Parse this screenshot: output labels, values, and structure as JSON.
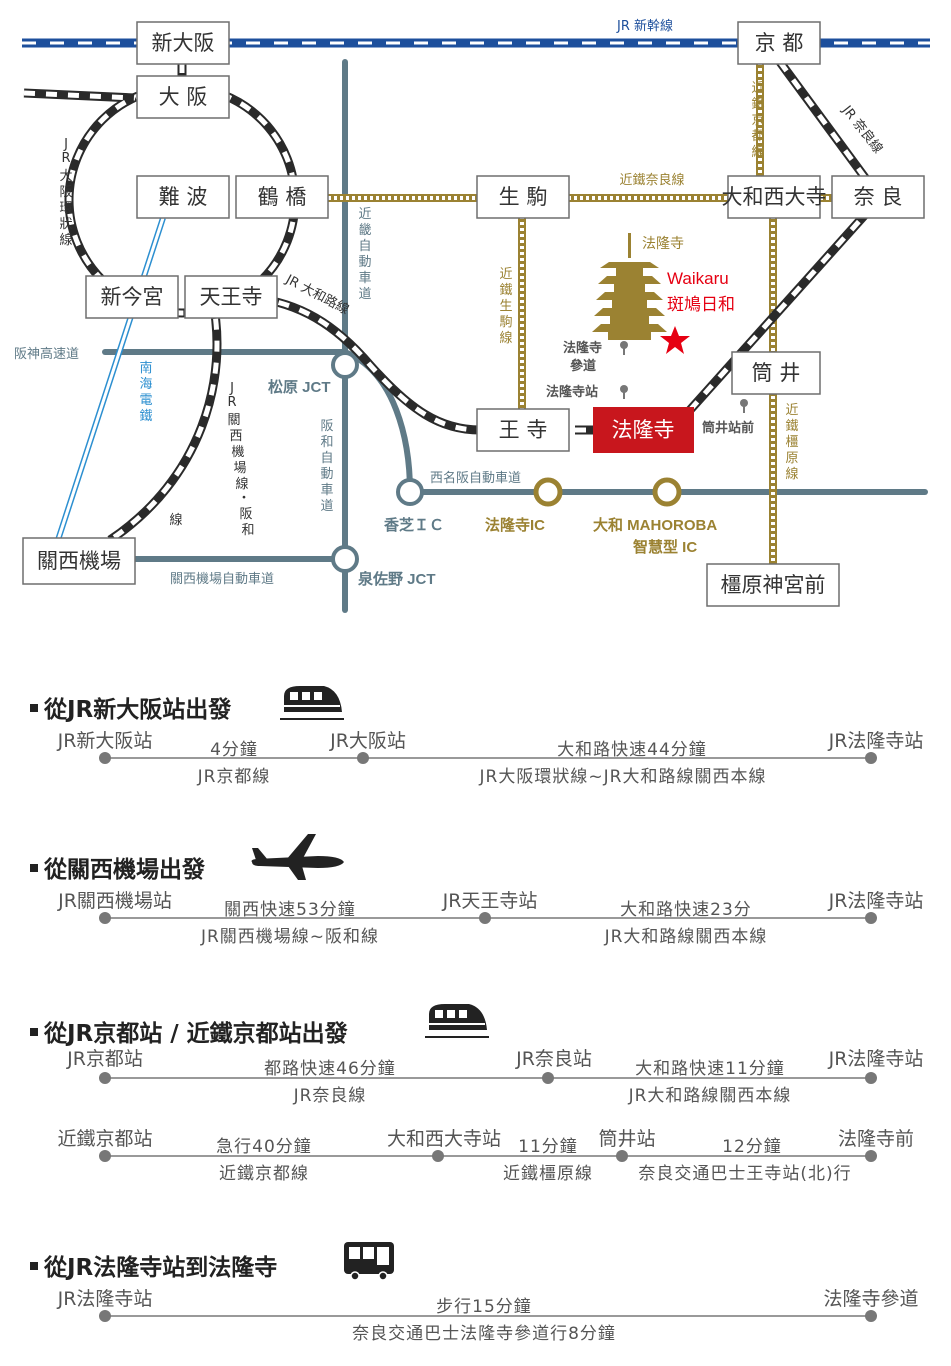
{
  "map": {
    "rail_labels": {
      "shinkansen": "JR 新幹線",
      "kintetsu_nara": "近鐵奈良線",
      "jr_nara": "JR 奈良線",
      "osaka_loop": "JR 大阪環狀線",
      "yamatoji": "JR 大和路線",
      "kansai_airport_line": "JR關西機場線・阪和線",
      "nankai": "南海電鐵",
      "kintetsu_kyoto": "近鐵京都線",
      "kintetsu_ikoma": "近鐵生駒線",
      "kintetsu_kashihara": "近鐵橿原線"
    },
    "road_labels": {
      "hanshin": "阪神高速道",
      "kinki": "近畿自動車道",
      "hanwa": "阪和自動車道",
      "nishimeihan": "西名阪自動車道",
      "kansai_airport_exp": "關西機場自動車道"
    },
    "stations": {
      "shin_osaka": "新大阪",
      "osaka": "大 阪",
      "kyoto": "京 都",
      "namba": "難 波",
      "tsuruhashi": "鶴 橋",
      "ikoma": "生 駒",
      "yamato_saidaiji": "大和西大寺",
      "nara": "奈 良",
      "shin_imamiya": "新今宮",
      "tennoji": "天王寺",
      "oji": "王 寺",
      "horyuji": "法隆寺",
      "tsutsui": "筒 井",
      "kansai_airport": "關西機場",
      "kashihara_jingumae": "橿原神宮前"
    },
    "ic_labels": {
      "matsubara": "松原 JCT",
      "kashiba": "香芝ＩＣ",
      "horyuji_ic": "法隆寺IC",
      "mahoroba_1": "大和 MAHOROBA",
      "mahoroba_2": "智慧型 IC",
      "izumisano": "泉佐野 JCT"
    },
    "poi": {
      "temple": "法隆寺",
      "hotel_1": "Waikaru",
      "hotel_2": "斑鳩日和",
      "sando_1": "法隆寺",
      "sando_2": "參道",
      "horyuji_stop": "法隆寺站",
      "tsutsui_stop": "筒井站前"
    },
    "colors": {
      "shinkansen": "#1d4f9c",
      "jr": "#2a2a2a",
      "kintetsu": "#9b8232",
      "road": "#5f7a87",
      "nankai": "#2c8fd0",
      "horyuji_box": "#c8161d",
      "star": "#e60012",
      "pagoda": "#9b8232"
    }
  },
  "routes": [
    {
      "title": "從JR新大阪站出發",
      "icon": "train-icon",
      "lines": [
        {
          "stations": [
            "JR新大阪站",
            "JR大阪站",
            "JR法隆寺站"
          ],
          "above": [
            "4分鐘",
            "大和路快速44分鐘"
          ],
          "below": [
            "JR京都線",
            "JR大阪環狀線~JR大和路線關西本線"
          ]
        }
      ]
    },
    {
      "title": "從關西機場出發",
      "icon": "airplane-icon",
      "lines": [
        {
          "stations": [
            "JR關西機場站",
            "JR天王寺站",
            "JR法隆寺站"
          ],
          "above": [
            "關西快速53分鐘",
            "大和路快速23分"
          ],
          "below": [
            "JR關西機場線~阪和線",
            "JR大和路線關西本線"
          ]
        }
      ]
    },
    {
      "title": "從JR京都站 / 近鐵京都站出發",
      "icon": "train-icon",
      "lines": [
        {
          "stations": [
            "JR京都站",
            "JR奈良站",
            "JR法隆寺站"
          ],
          "above": [
            "都路快速46分鐘",
            "大和路快速11分鐘"
          ],
          "below": [
            "JR奈良線",
            "JR大和路線關西本線"
          ]
        },
        {
          "stations": [
            "近鐵京都站",
            "大和西大寺站",
            "筒井站",
            "法隆寺前"
          ],
          "above": [
            "急行40分鐘",
            "11分鐘",
            "12分鐘"
          ],
          "below": [
            "近鐵京都線",
            "近鐵橿原線",
            "奈良交通巴士王寺站(北)行"
          ]
        }
      ]
    },
    {
      "title": "從JR法隆寺站到法隆寺",
      "icon": "bus-icon",
      "lines": [
        {
          "stations": [
            "JR法隆寺站",
            "法隆寺參道"
          ],
          "above": [
            "步行15分鐘"
          ],
          "below": [
            "奈良交通巴士法隆寺參道行8分鐘"
          ]
        }
      ]
    }
  ]
}
